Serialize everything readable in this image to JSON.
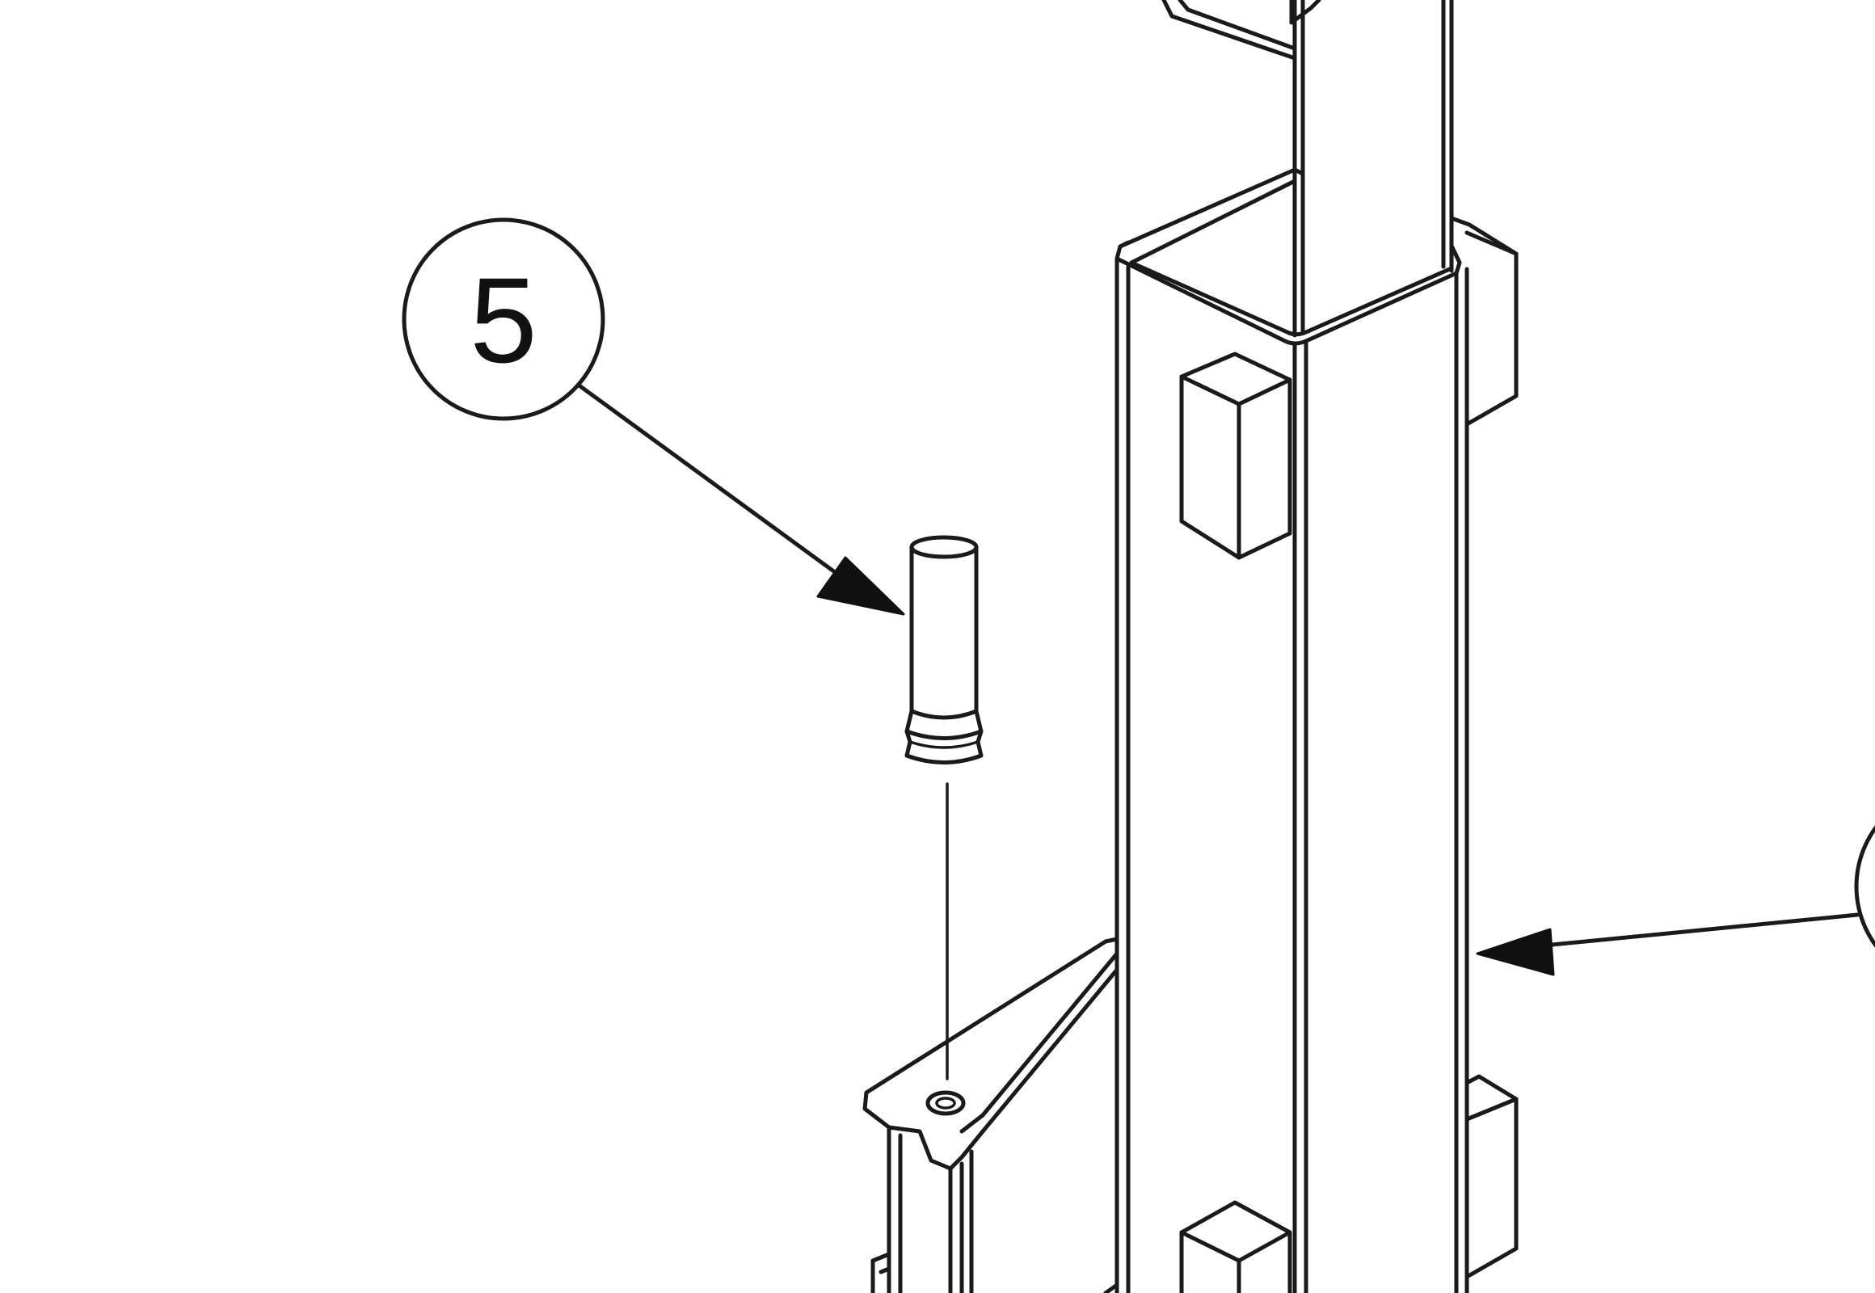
{
  "callouts": [
    {
      "label": "5"
    },
    {
      "label": ""
    }
  ],
  "icons": [
    "part-callout",
    "pin",
    "square-post",
    "tilted-bracket",
    "arrow"
  ],
  "colors": {
    "line": "#1a1a1a",
    "background": "#ffffff"
  }
}
